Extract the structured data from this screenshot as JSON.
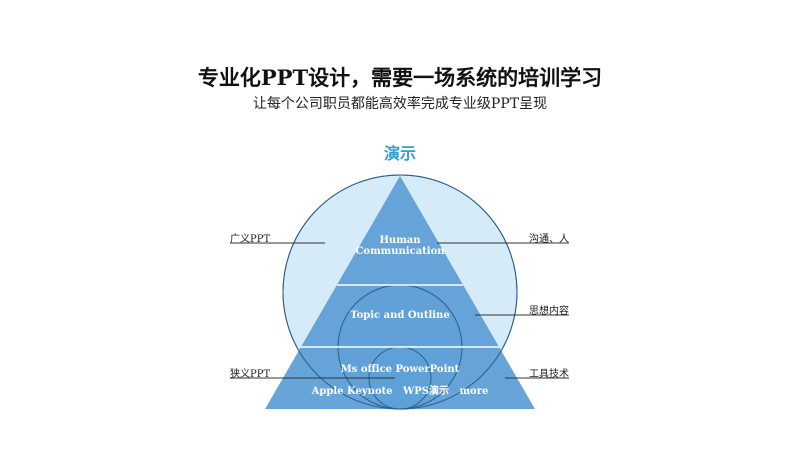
{
  "title": "专业化PPT设计，需要一场系统的培训学习",
  "subtitle": "让每个公司职员都能高效率完成专业级PPT呈现",
  "diagram": {
    "top_label": "演示",
    "levels": [
      {
        "inner": "Human",
        "inner2": "Communication",
        "left": "广义PPT",
        "right": "沟通、人"
      },
      {
        "inner": "Topic and Outline",
        "right": "思想内容"
      },
      {
        "inner": "Ms office PowerPoint",
        "inner2": "Apple Keynote   WPS演示   more",
        "left": "狭义PPT",
        "right": "工具技术"
      }
    ],
    "colors": {
      "triangle": "#5f9fd6",
      "circle_fill": "#d5ebf7",
      "stroke": "#2a5f8a",
      "accent": "#2e9fd0"
    }
  }
}
